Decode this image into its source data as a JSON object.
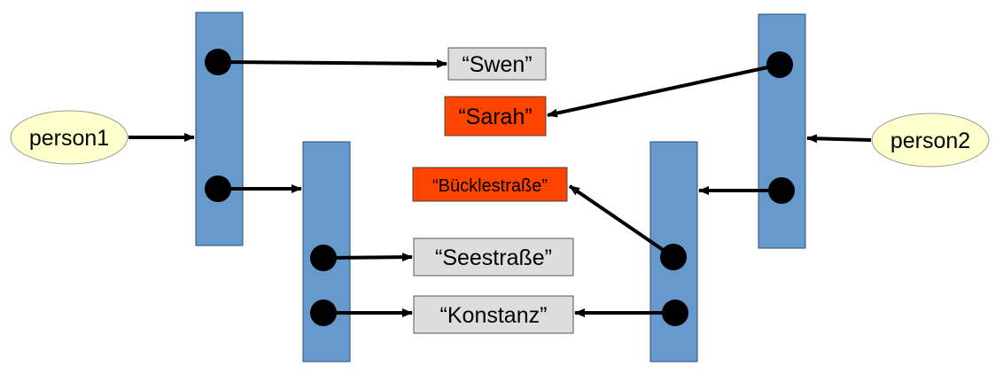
{
  "nodes": {
    "person1": "person1",
    "person2": "person2"
  },
  "strings": {
    "swen": "“Swen”",
    "sarah": "“Sarah”",
    "buecklestrasse": "“Bücklestraße”",
    "seestrasse": "“Seestraße”",
    "konstanz": "“Konstanz”"
  },
  "colors": {
    "object_fill": "#6699cc",
    "object_stroke": "#2f4f73",
    "shared_string_fill": "#dddddd",
    "changed_string_fill": "#ff4400",
    "variable_fill": "#ffffcc",
    "pointer": "#000000"
  }
}
